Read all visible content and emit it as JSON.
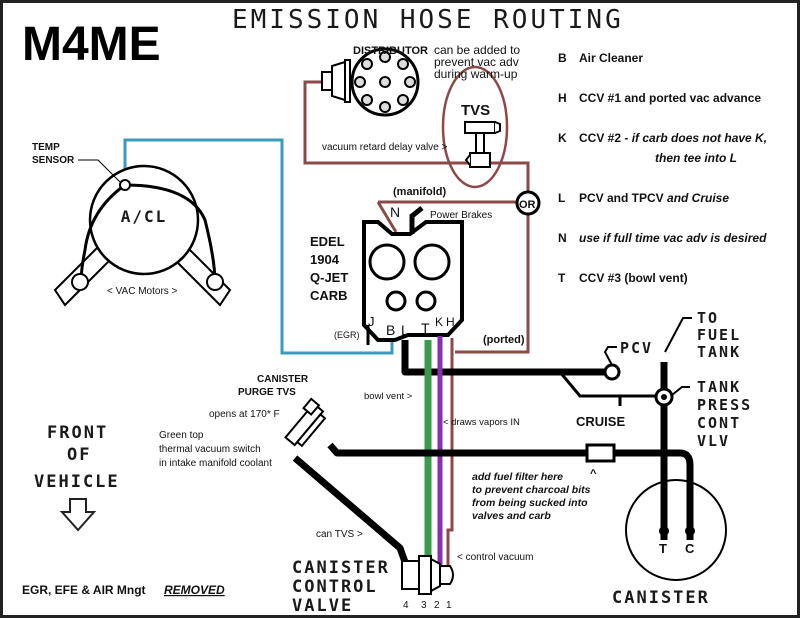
{
  "title": "EMISSION HOSE ROUTING",
  "model": "M4ME",
  "colors": {
    "vacuum_brown": "#8b4a48",
    "temp_sensor_blue": "#3a9bbd",
    "bowl_vent_green": "#3a9a4e",
    "control_purple": "#8a2fb5",
    "hose_black": "#000000"
  },
  "distributor": {
    "label": "DISTRIBUTOR",
    "note_lines": [
      "can be added to",
      "prevent vac adv",
      "during warm-up"
    ]
  },
  "tvs": {
    "label": "TVS",
    "delay_valve_label": "vacuum retard delay valve  >"
  },
  "junction": {
    "or_label": "OR",
    "manifold_label": "(manifold)",
    "ported_label": "(ported)"
  },
  "air_cleaner": {
    "label": "A/CL",
    "temp_sensor_lines": [
      "TEMP",
      "SENSOR"
    ],
    "vac_motors_label": "< VAC Motors >"
  },
  "carb": {
    "name_lines": [
      "EDEL",
      "1904",
      "Q-JET",
      "CARB"
    ],
    "port_n": "N",
    "power_brakes": "Power Brakes",
    "ports": [
      "J",
      "B",
      "L",
      "T",
      "K",
      "H"
    ],
    "egr_label": "(EGR)"
  },
  "legend": [
    {
      "key": "B",
      "text": "Air Cleaner",
      "italic": ""
    },
    {
      "key": "H",
      "text": "CCV #1 and ported vac advance",
      "italic": ""
    },
    {
      "key": "K",
      "text": "CCV #2 - ",
      "italic": "if carb does not have K,",
      "italic2": "then tee into L"
    },
    {
      "key": "L",
      "text": "PCV and TPCV ",
      "italic": "and Cruise"
    },
    {
      "key": "N",
      "text": "",
      "italic": "use if full time vac adv is desired"
    },
    {
      "key": "T",
      "text": "CCV #3 (bowl vent)",
      "italic": ""
    }
  ],
  "purge_tvs": {
    "title_lines": [
      "CANISTER",
      "PURGE TVS"
    ],
    "opens_at": "opens at 170* F",
    "desc_lines": [
      "Green top",
      "thermal vacuum switch",
      "in intake manifold coolant"
    ]
  },
  "annotations": {
    "bowl_vent": "bowl vent >",
    "draws_vapors": "< draws vapors IN",
    "cruise": "CRUISE",
    "pcv": "PCV",
    "to_fuel_tank": [
      "TO",
      "FUEL",
      "TANK"
    ],
    "tank_press": [
      "TANK",
      "PRESS",
      "CONT",
      "VLV"
    ],
    "filter_caret": "^",
    "filter_note": [
      "add fuel filter here",
      "to prevent charcoal bits",
      "from being sucked into",
      "valves and carb"
    ],
    "can_tvs": "can TVS >",
    "control_vacuum": "< control vacuum"
  },
  "ccv": {
    "title_lines": [
      "CANISTER",
      "CONTROL",
      "VALVE"
    ],
    "ports": [
      "4",
      "3",
      "2",
      "1"
    ]
  },
  "canister": {
    "label": "CANISTER",
    "port_t": "T",
    "port_c": "C"
  },
  "front": {
    "lines": [
      "FRONT",
      "OF",
      "VEHICLE"
    ]
  },
  "footer": {
    "removed_prefix": "EGR, EFE & AIR Mngt",
    "removed_word": "REMOVED"
  }
}
